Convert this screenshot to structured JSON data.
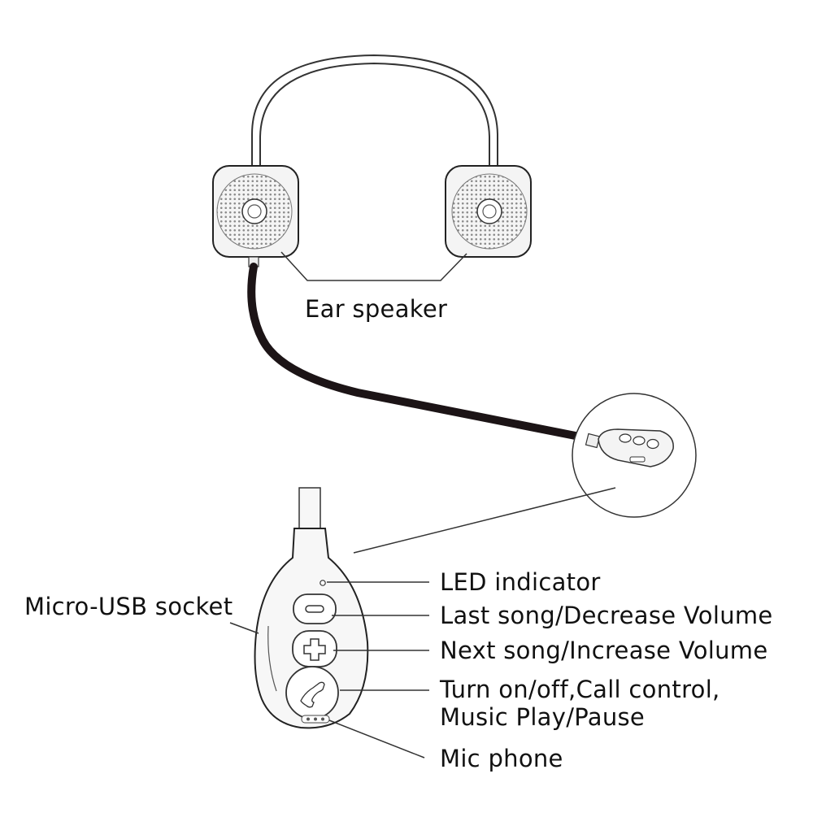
{
  "labels": {
    "ear_speaker": "Ear speaker",
    "led_indicator": "LED indicator",
    "last_song": "Last song/Decrease Volume",
    "next_song": "Next song/Increase Volume",
    "turn_on_line1": "Turn on/off,Call control,",
    "turn_on_line2": "Music Play/Pause",
    "mic_phone": "Mic phone",
    "micro_usb": "Micro-USB socket"
  },
  "colors": {
    "line": "#222222",
    "cable": "#1c1416",
    "speaker_fill": "#f4f4f4",
    "grille_dots": "#8a8a8a",
    "text": "#111111"
  }
}
